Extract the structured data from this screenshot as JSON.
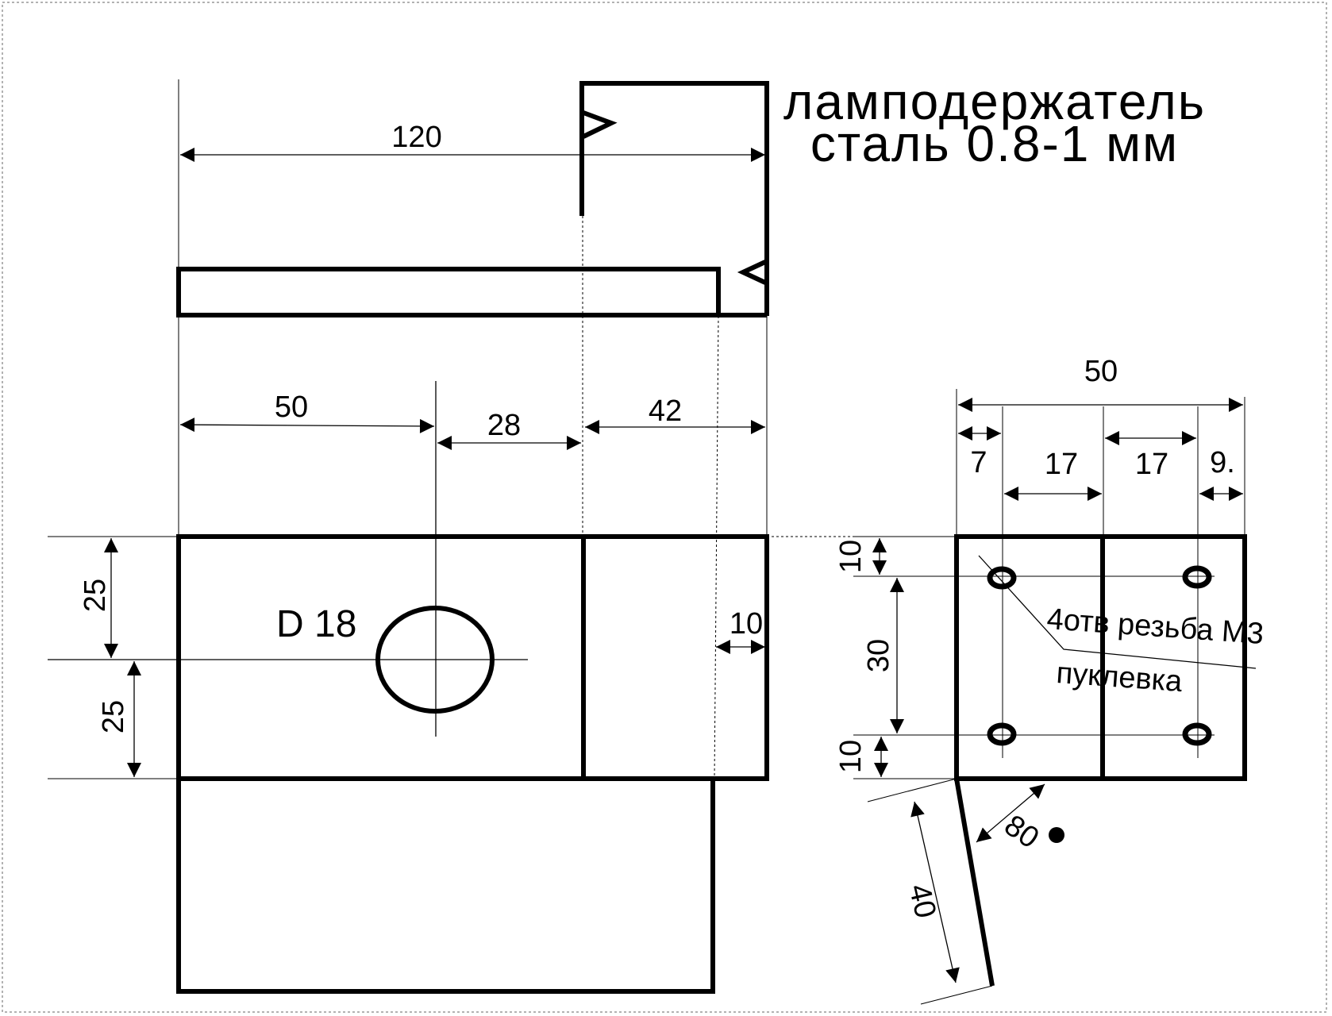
{
  "title": {
    "line1": "ламподержатель",
    "line2": "сталь 0.8-1 мм"
  },
  "labels": {
    "hole_diameter": "D 18",
    "holes_note": "4отв резьба М3",
    "punch_note": "пуклевка"
  },
  "dims": {
    "overall_length": "120",
    "left_offset": "50",
    "middle_offset": "28",
    "right_offset": "42",
    "upper_half": "25",
    "lower_half": "25",
    "fold_margin": "10",
    "side_width": "50",
    "side_left": "7",
    "side_spacing_1": "17",
    "side_spacing_2": "17",
    "side_right": "9.",
    "side_top": "10",
    "side_hole_span": "30",
    "side_bottom": "10",
    "bend_angle": "80",
    "tab_length": "40"
  }
}
